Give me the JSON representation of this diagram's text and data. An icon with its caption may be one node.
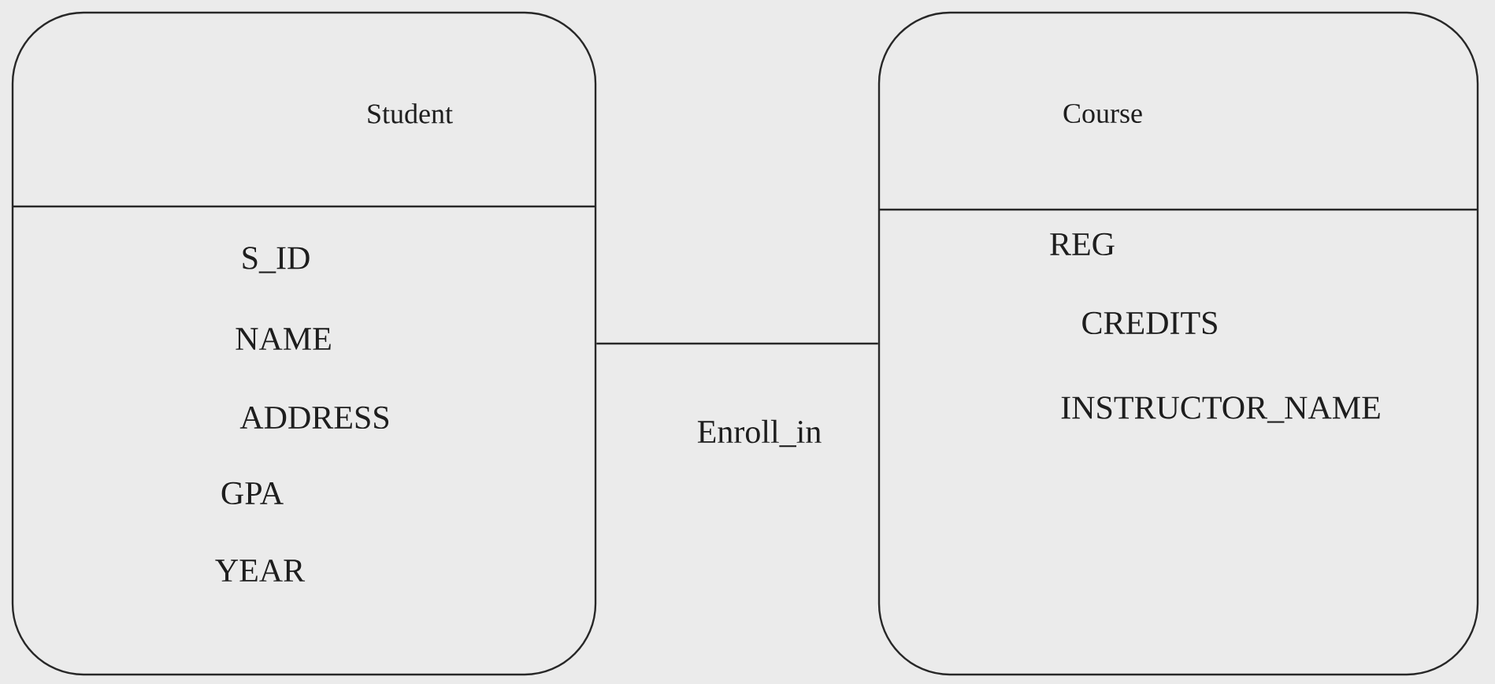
{
  "diagram": {
    "nodes": [
      {
        "text": [
          "Student",
          "S_ID",
          "NAME",
          "ADDRESS",
          "GPA",
          "YEAR"
        ]
      },
      {
        "text": [
          "Course",
          "REG",
          "CREDITS",
          "INSTRUCTOR_NAME"
        ]
      }
    ],
    "edges": [
      {
        "from": 0,
        "to": 1,
        "arrow": "none",
        "label": "Enroll_in"
      }
    ]
  }
}
